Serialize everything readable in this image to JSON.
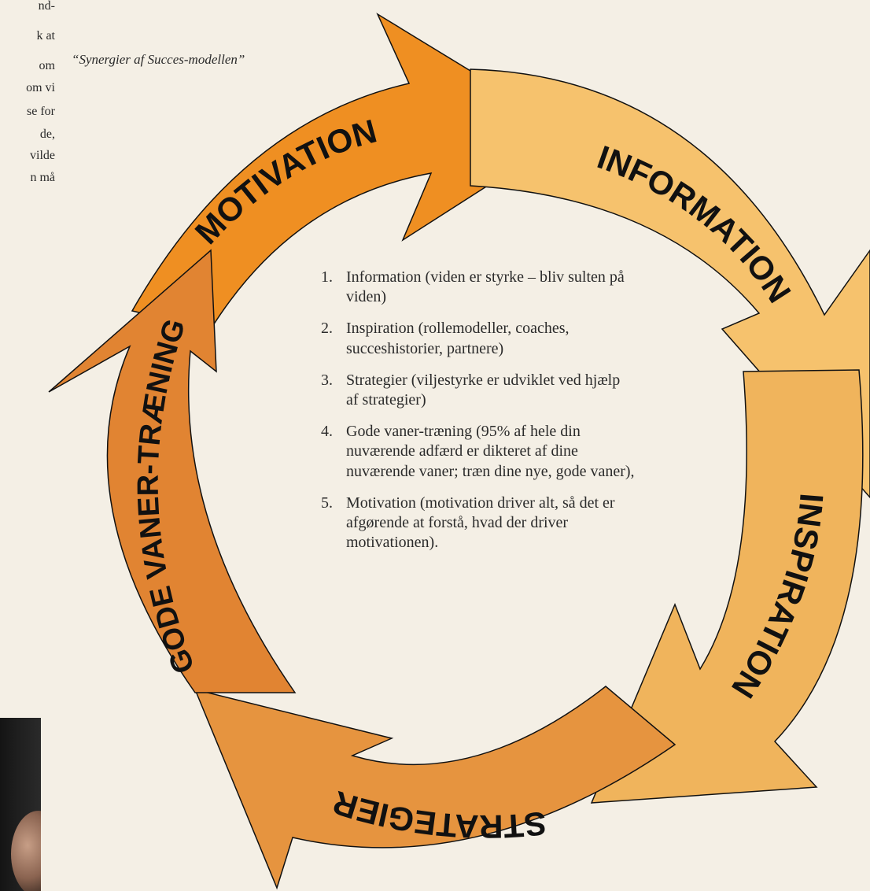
{
  "left_text_lines": [
    "nd-",
    "k at",
    "om",
    "om vi",
    "se for",
    "de,",
    "vilde",
    "n må"
  ],
  "caption": "“Synergier af Succes-modellen”",
  "cycle_labels": {
    "motivation": "MOTIVATION",
    "information": "INFORMATION",
    "inspiration": "INSPIRATION",
    "strategier": "STRATEGIER",
    "vaner": "GODE VANER-TRÆNING"
  },
  "colors": {
    "background": "#f4efe5",
    "motivation": "#ef8f22",
    "information": "#f6c26d",
    "inspiration": "#f0b45c",
    "strategier": "#e6943f",
    "vaner": "#e18432"
  },
  "steps": [
    {
      "num": "1.",
      "text": "Information (viden er styrke – bliv sulten på viden)"
    },
    {
      "num": "2.",
      "text": "Inspiration (rollemodeller, coaches, succeshistorier, partnere)"
    },
    {
      "num": "3.",
      "text": "Strategier (viljestyrke er udviklet ved hjælp af strategier)"
    },
    {
      "num": "4.",
      "text": "Gode vaner-træning (95% af hele din nuværende adfærd er dikteret af dine nuværende vaner; træn dine nye, gode vaner),"
    },
    {
      "num": "5.",
      "text": "Motivation (motivation driver alt, så det er afgørende at forstå, hvad der driver motivationen)."
    }
  ]
}
